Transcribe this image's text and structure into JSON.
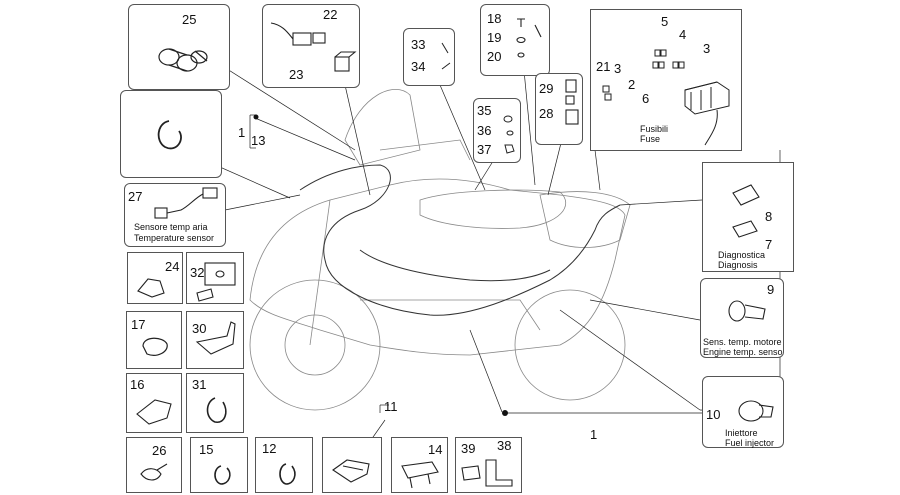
{
  "callouts": {
    "n25": "25",
    "n22": "22",
    "n23": "23",
    "n33": "33",
    "n34": "34",
    "n18": "18",
    "n19": "19",
    "n20": "20",
    "n29": "29",
    "n28": "28",
    "n35": "35",
    "n36": "36",
    "n37": "37",
    "n5": "5",
    "n4": "4",
    "n3a": "3",
    "n3b": "3",
    "n21": "21",
    "n2": "2",
    "n6": "6",
    "n1a": "1",
    "n13": "13",
    "n27": "27",
    "n8": "8",
    "n7": "7",
    "n24": "24",
    "n32": "32",
    "n9": "9",
    "n17": "17",
    "n30": "30",
    "n16": "16",
    "n31": "31",
    "n10": "10",
    "n11": "11",
    "n1b": "1",
    "n26": "26",
    "n15": "15",
    "n12": "12",
    "n14": "14",
    "n39": "39",
    "n38": "38"
  },
  "captions": {
    "fuse_it": "Fusibili",
    "fuse_en": "Fuse",
    "air_temp_it": "Sensore temp aria",
    "air_temp_en": "Temperature sensor",
    "diag_it": "Diagnostica",
    "diag_en": "Diagnosis",
    "engine_temp_it": "Sens. temp. motore",
    "engine_temp_en": "Engine temp. senso",
    "injector_it": "Iniettore",
    "injector_en": "Fuel injector"
  }
}
